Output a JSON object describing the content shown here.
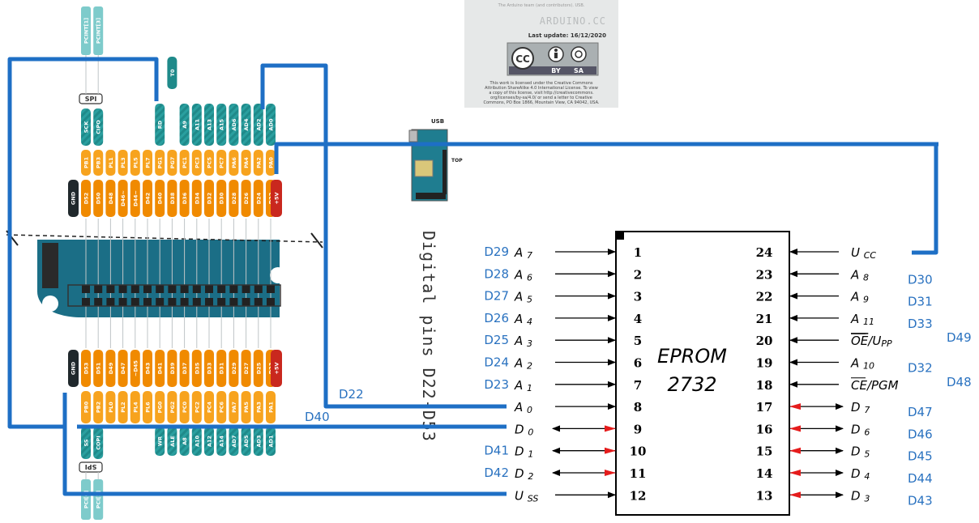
{
  "colors": {
    "wire": "#1e6fc5",
    "label_blue": "#2a72c0",
    "orange": "#f08a00",
    "orange_light": "#f7a31e",
    "teal": "#1f8a8a",
    "teal_light": "#7ecbcb",
    "board": "#1b6e86",
    "black_pin": "#20282c",
    "red_pin": "#c9281e",
    "arrow_red": "#e51c1c"
  },
  "license": {
    "site": "ARDUINO.CC",
    "last_update": "Last update: 16/12/2020",
    "top_note": "The Arduino team (and contributors). USB.",
    "badge_cc": "CC",
    "badge_by": "BY",
    "badge_sa": "SA",
    "text": [
      "This work is licensed under the Creative Commons",
      "Attribution ShareAlike 4.0 International License. To view",
      "a copy of this license, visit http://creativecommons.",
      "org/licenses/by-sa/4.0/ or send a letter to Creative",
      "Commons, PO Box 1866, Mountain View, CA 94042, USA."
    ]
  },
  "mini_board": {
    "usb": "USB",
    "top": "TOP"
  },
  "header": {
    "top_teal": [
      "PCINT[1]",
      "PCINT[3]"
    ],
    "t0": "T0",
    "spi": "SPI",
    "spi_pins": [
      "SCK",
      "CIPO"
    ],
    "rd": "RD",
    "top_teal_pins": [
      "A9",
      "A11",
      "A13",
      "A15",
      "AD6",
      "AD4",
      "AD2",
      "AD0"
    ],
    "top_port": [
      "PB1",
      "PB3",
      "PL1",
      "PL3",
      "PL5",
      "PL7",
      "PG1",
      "PG7",
      "PC1",
      "PC3",
      "PC5",
      "PC7",
      "PA6",
      "PA4",
      "PA2",
      "PA0"
    ],
    "top_digital": [
      "D52",
      "D50",
      "D48",
      "D46~",
      "D44~",
      "D42",
      "D40",
      "D38",
      "D36",
      "D34",
      "D32",
      "D30",
      "D28",
      "D26",
      "D24",
      "D22"
    ],
    "gnd": "GND",
    "plus5v": "+5V",
    "bot_digital": [
      "D53",
      "D51",
      "D49",
      "D47",
      "~D45",
      "D43",
      "D41",
      "D39",
      "D37",
      "D35",
      "D33",
      "D31",
      "D29",
      "D27",
      "D25",
      "D23"
    ],
    "bot_port": [
      "PB0",
      "PB2",
      "PL0",
      "PL2",
      "PL4",
      "PL6",
      "PG0",
      "PG2",
      "PC0",
      "PC2",
      "PC4",
      "PC6",
      "PA7",
      "PA5",
      "PA3",
      "PA1"
    ],
    "bot_spi_pins": [
      "SS",
      "COPI"
    ],
    "bot_teal_pins": [
      "WR",
      "ALE",
      "A8",
      "A10",
      "A12",
      "A14",
      "AD7",
      "AD5",
      "AD3",
      "AD1"
    ],
    "spi_bottom": "SPI",
    "bot_teal": [
      "PCI[0]",
      "PCI[2]"
    ]
  },
  "rotated_label": "Digital pins D22-D53",
  "chip": {
    "title_line1": "EPROM",
    "title_line2": "2732",
    "left_pins": [
      {
        "num": "1",
        "sig": "A",
        "sub": "7",
        "ard": "D29",
        "dir": "in"
      },
      {
        "num": "2",
        "sig": "A",
        "sub": "6",
        "ard": "D28",
        "dir": "in"
      },
      {
        "num": "3",
        "sig": "A",
        "sub": "5",
        "ard": "D27",
        "dir": "in"
      },
      {
        "num": "4",
        "sig": "A",
        "sub": "4",
        "ard": "D26",
        "dir": "in"
      },
      {
        "num": "5",
        "sig": "A",
        "sub": "3",
        "ard": "D25",
        "dir": "in"
      },
      {
        "num": "6",
        "sig": "A",
        "sub": "2",
        "ard": "D24",
        "dir": "in"
      },
      {
        "num": "7",
        "sig": "A",
        "sub": "1",
        "ard": "D23",
        "dir": "in"
      },
      {
        "num": "8",
        "sig": "A",
        "sub": "0",
        "ard": "",
        "dir": "in"
      },
      {
        "num": "9",
        "sig": "D",
        "sub": "0",
        "ard": "",
        "dir": "bi"
      },
      {
        "num": "10",
        "sig": "D",
        "sub": "1",
        "ard": "D41",
        "dir": "bi"
      },
      {
        "num": "11",
        "sig": "D",
        "sub": "2",
        "ard": "D42",
        "dir": "bi"
      },
      {
        "num": "12",
        "sig": "U",
        "sub": "SS",
        "ard": "",
        "dir": "in"
      }
    ],
    "right_pins": [
      {
        "num": "24",
        "sig": "U",
        "sub": "CC",
        "ard": "",
        "dir": "in"
      },
      {
        "num": "23",
        "sig": "A",
        "sub": "8",
        "ard": "D30",
        "dir": "in"
      },
      {
        "num": "22",
        "sig": "A",
        "sub": "9",
        "ard": "D31",
        "dir": "in"
      },
      {
        "num": "21",
        "sig": "A",
        "sub": "11",
        "ard": "D33",
        "dir": "in"
      },
      {
        "num": "20",
        "sig": "OE/U",
        "sub": "PP",
        "ard": "D49",
        "dir": "in"
      },
      {
        "num": "19",
        "sig": "A",
        "sub": "10",
        "ard": "D32",
        "dir": "in"
      },
      {
        "num": "18",
        "sig": "CE/PGM",
        "sub": "",
        "ard": "D48",
        "dir": "in"
      },
      {
        "num": "17",
        "sig": "D",
        "sub": "7",
        "ard": "D47",
        "dir": "bi"
      },
      {
        "num": "16",
        "sig": "D",
        "sub": "6",
        "ard": "D46",
        "dir": "bi"
      },
      {
        "num": "15",
        "sig": "D",
        "sub": "5",
        "ard": "D45",
        "dir": "bi"
      },
      {
        "num": "14",
        "sig": "D",
        "sub": "4",
        "ard": "D44",
        "dir": "bi"
      },
      {
        "num": "13",
        "sig": "D",
        "sub": "3",
        "ard": "D43",
        "dir": "bi"
      }
    ]
  },
  "wire_labels": {
    "d22": "D22",
    "d40": "D40"
  }
}
